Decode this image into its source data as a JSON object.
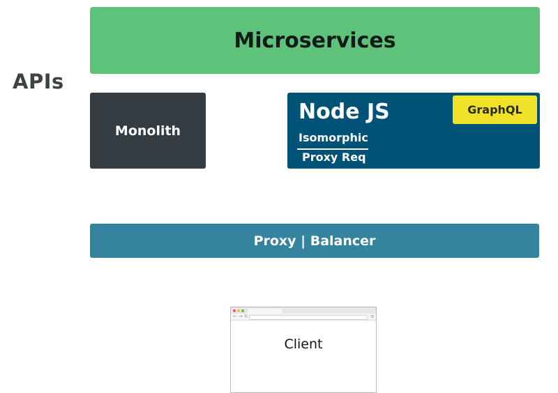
{
  "apis_label": "APIs",
  "microservices": {
    "label": "Microservices",
    "color": "#5ec27a"
  },
  "monolith": {
    "label": "Monolith",
    "color": "#353d42"
  },
  "nodejs": {
    "title": "Node JS",
    "color": "#005276",
    "features": [
      "Isomorphic",
      "Proxy Req"
    ],
    "badge": {
      "label": "GraphQL",
      "color": "#f0e228"
    }
  },
  "proxy": {
    "label": "Proxy | Balancer",
    "color": "#35849f"
  },
  "client": {
    "label": "Client",
    "window_dots": [
      "#ee5b55",
      "#f4bc42",
      "#5fc54a"
    ],
    "toolbar_icons": [
      "back-arrow-icon",
      "forward-arrow-icon",
      "reload-icon",
      "menu-icon"
    ]
  }
}
